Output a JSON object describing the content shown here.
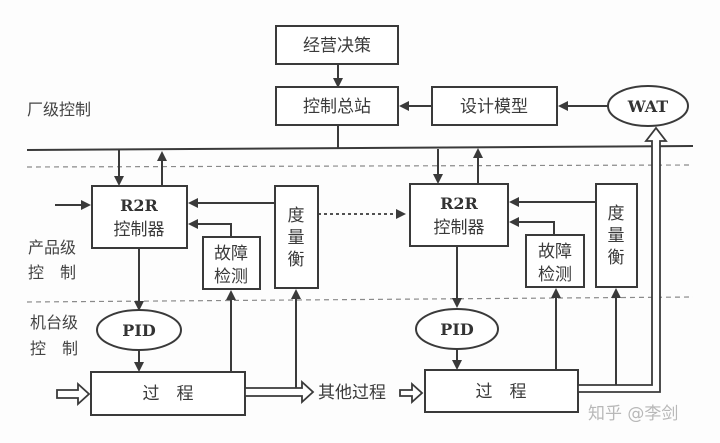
{
  "diagram": {
    "level_labels": {
      "plant": "厂级控制",
      "product_line1": "产品级",
      "product_line2": "控　制",
      "tool_line1": "机台级",
      "tool_line2": "控　制"
    },
    "top": {
      "business_decision": "经营决策",
      "control_station": "控制总站",
      "design_model": "设计模型",
      "wat": "WAT"
    },
    "left_group": {
      "r2r_line1": "R2R",
      "r2r_line2": "控制器",
      "fault_line1": "故障",
      "fault_line2": "检测",
      "metrology": [
        "度",
        "量",
        "衡"
      ],
      "pid": "PID",
      "process": "过　程"
    },
    "right_group": {
      "r2r_line1": "R2R",
      "r2r_line2": "控制器",
      "fault_line1": "故障",
      "fault_line2": "检测",
      "metrology": [
        "度",
        "量",
        "衡"
      ],
      "pid": "PID",
      "process": "过　程"
    },
    "other_process": "其他过程",
    "watermark": "知乎 @李剑"
  }
}
